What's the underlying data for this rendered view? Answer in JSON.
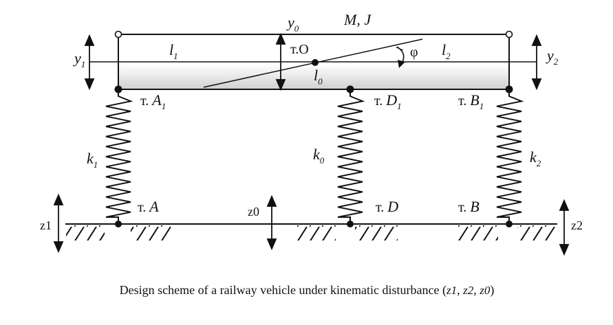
{
  "labels": {
    "y0": {
      "base": "y",
      "sub": "0"
    },
    "mass": "M, J",
    "pointO": "т.O",
    "l1": {
      "base": "l",
      "sub": "1"
    },
    "l2": {
      "base": "l",
      "sub": "2"
    },
    "l0": {
      "base": "l",
      "sub": "0"
    },
    "phi": "φ",
    "y1": {
      "base": "y",
      "sub": "1"
    },
    "y2": {
      "base": "y",
      "sub": "2"
    },
    "pointA1": {
      "prefix": "т.",
      "base": "A",
      "sub": "1"
    },
    "pointD1": {
      "prefix": "т.",
      "base": "D",
      "sub": "1"
    },
    "pointB1": {
      "prefix": "т.",
      "base": "B",
      "sub": "1"
    },
    "k1": {
      "base": "k",
      "sub": "1"
    },
    "k0": {
      "base": "k",
      "sub": "0"
    },
    "k2": {
      "base": "k",
      "sub": "2"
    },
    "pointA": {
      "prefix": "т.",
      "base": "A"
    },
    "pointD": {
      "prefix": "т.",
      "base": "D"
    },
    "pointB": {
      "prefix": "т.",
      "base": "B"
    },
    "z1": "z1",
    "z0": "z0",
    "z2": "z2"
  },
  "caption": {
    "text": "Design scheme of a railway vehicle under kinematic disturbance (",
    "vars": [
      "z1",
      "z2",
      "z0"
    ],
    "close": ")"
  }
}
